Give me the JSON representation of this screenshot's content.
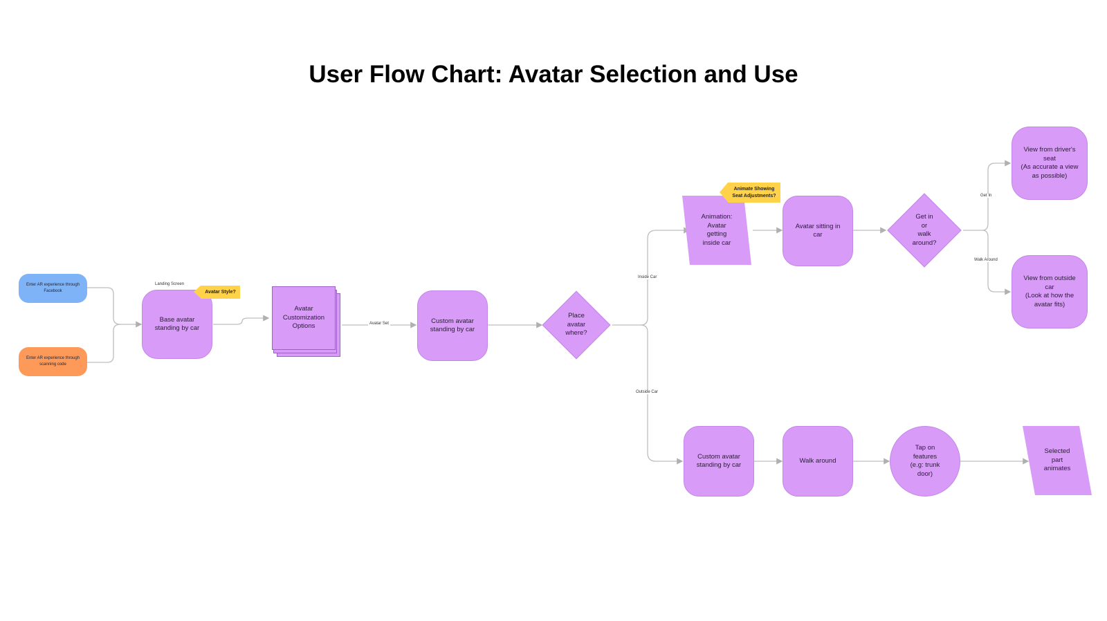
{
  "title": "User Flow Chart: Avatar Selection and Use",
  "colors": {
    "node_fill": "#d99bf8",
    "entry_facebook": "#7fb3f7",
    "entry_scan": "#fd9a5a",
    "sticky_note": "#ffd24a",
    "connector": "#b9b9b9"
  },
  "nodes": {
    "enter_facebook": "Enter AR experience through Facebook",
    "enter_scan": "Enter AR experience through scanning code",
    "base_avatar": "Base avatar\nstanding by car",
    "customization": "Avatar\nCustomization\nOptions",
    "custom_avatar_1": "Custom avatar\nstanding by car",
    "place_decision": "Place\navatar\nwhere?",
    "animation_inside": "Animation:\nAvatar\ngetting\ninside car",
    "sitting": "Avatar sitting in\ncar",
    "getin_decision": "Get in\nor\nwalk\naround?",
    "driver_view": "View from driver's\nseat\n(As accurate a view\nas possible)",
    "outside_view": "View from outside\ncar\n(Look at how the\navatar fits)",
    "custom_avatar_2": "Custom avatar\nstanding by car",
    "walk_around": "Walk around",
    "tap_features": "Tap on\nfeatures\n(e.g: trunk\ndoor)",
    "part_animates": "Selected\npart\nanimates"
  },
  "notes": {
    "avatar_style": "Avatar Style?",
    "seat_adjust": "Animate Showing\nSeat Adjustments?"
  },
  "labels": {
    "landing_screen": "Landing Screen",
    "avatar_set": "Avatar Set",
    "inside_car": "Inside Car",
    "outside_car": "Outside Car",
    "get_in": "Get In",
    "walk_around": "Walk Around"
  }
}
